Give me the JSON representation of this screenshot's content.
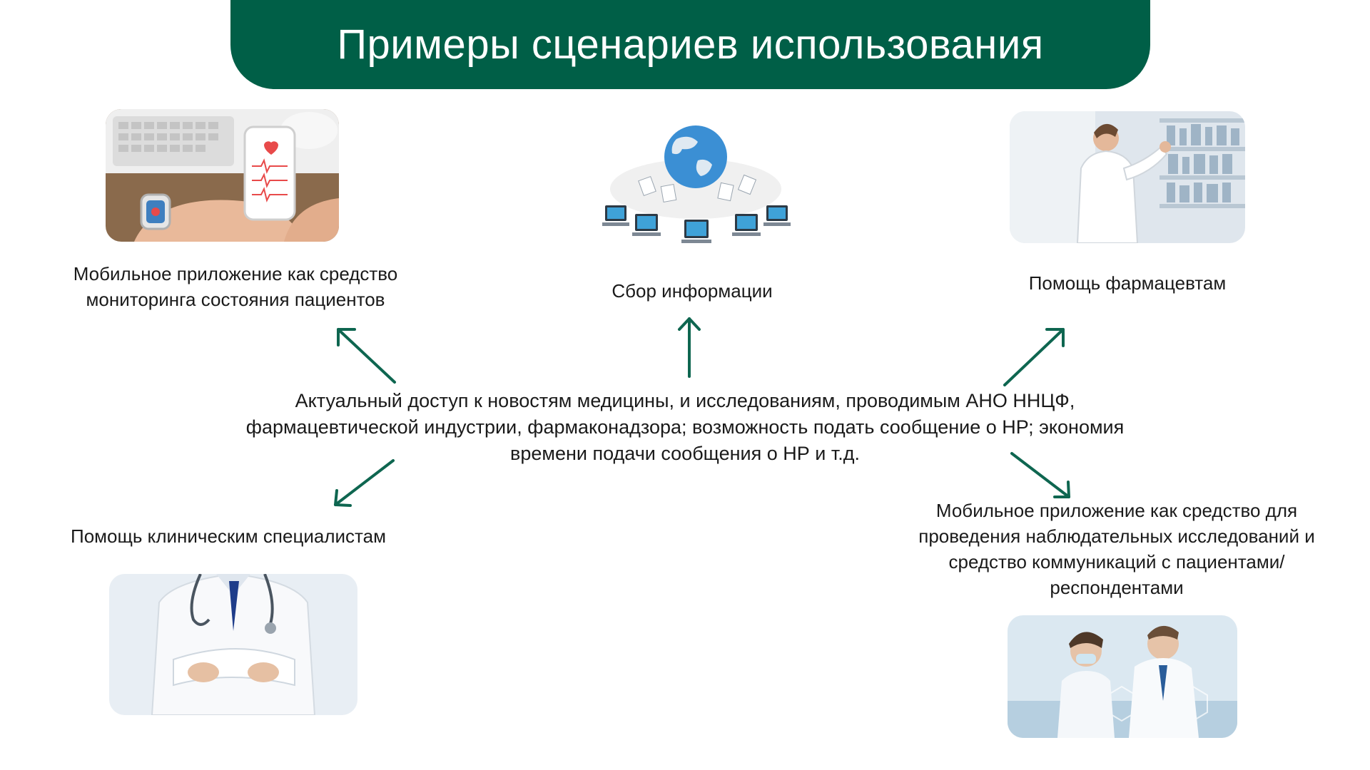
{
  "title": "Примеры сценариев использования",
  "center_text": "Актуальный доступ к новостям медицины, и исследованиям, проводимым АНО ННЦФ, фармацевтической индустрии, фармаконадзора; возможность подать сообщение о НР; экономия времени подачи сообщения о НР и т.д.",
  "nodes": {
    "mobile_monitoring": "Мобильное приложение как средство мониторинга состояния пациентов",
    "info_collection": "Сбор информации",
    "pharmacist_help": "Помощь фармацевтам",
    "clinician_help": "Помощь клиническим специалистам",
    "observational_studies": "Мобильное приложение как средство для проведения наблюдательных исследований и средство коммуникаций с пациентами/ респондентами"
  },
  "colors": {
    "brand_green": "#005f47",
    "arrow_green": "#0e6650",
    "text": "#1a1a1a"
  },
  "images": [
    "smartwatch-phone-photo",
    "globe-network-photo",
    "pharmacist-photo",
    "doctor-photo",
    "researchers-photo"
  ]
}
